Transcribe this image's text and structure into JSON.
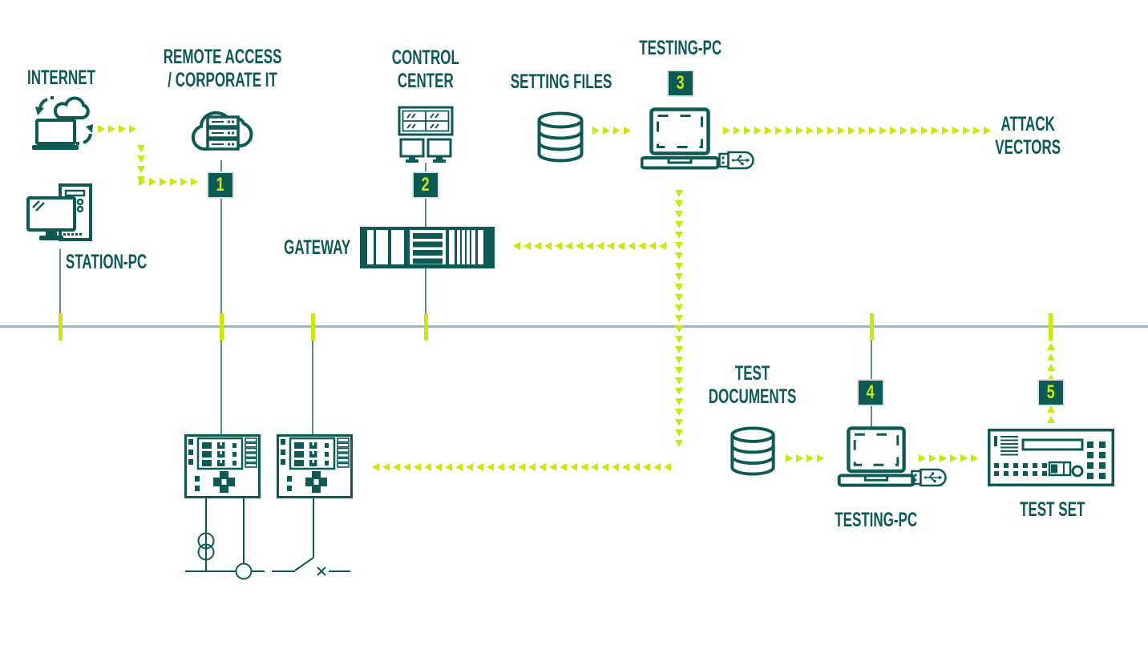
{
  "colors": {
    "teal": "#0d5a55",
    "accent": "#cbe70b",
    "bus_line": "#9dbbbf",
    "connector_line": "#5d8d89"
  },
  "nodes": {
    "internet": {
      "label": "INTERNET",
      "icon": "laptop-cloud-sync-icon"
    },
    "remote_access": {
      "label": "REMOTE ACCESS\n/ CORPORATE IT",
      "icon": "cloud-server-icon"
    },
    "station_pc": {
      "label": "STATION-PC",
      "icon": "desktop-tower-icon"
    },
    "control_center": {
      "label": "CONTROL\nCENTER",
      "icon": "video-wall-monitors-icon"
    },
    "gateway": {
      "label": "GATEWAY",
      "icon": "rack-gateway-icon"
    },
    "setting_files": {
      "label": "SETTING FILES",
      "icon": "database-icon"
    },
    "testing_pc_top": {
      "label": "TESTING-PC",
      "icon": "laptop-usb-icon"
    },
    "attack_vectors": {
      "label": "ATTACK\nVECTORS"
    },
    "test_documents": {
      "label": "TEST\nDOCUMENTS",
      "icon": "database-icon"
    },
    "testing_pc_bottom": {
      "label": "TESTING-PC",
      "icon": "laptop-usb-icon"
    },
    "test_set": {
      "label": "TEST SET",
      "icon": "test-set-device-icon"
    },
    "relays": {
      "icon": "protection-relay-icon"
    }
  },
  "badges": [
    "1",
    "2",
    "3",
    "4",
    "5"
  ]
}
